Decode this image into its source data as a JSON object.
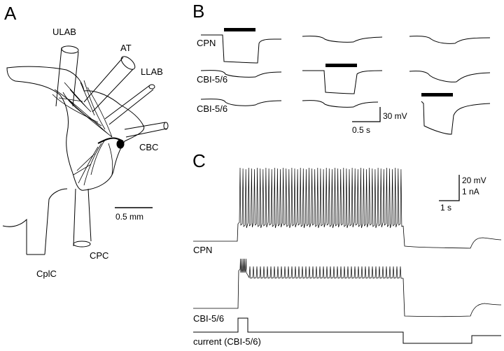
{
  "panels": {
    "a": {
      "letter": "A",
      "labels": {
        "ulab": "ULAB",
        "at": "AT",
        "llab": "LLAB",
        "cbc": "CBC",
        "cpc": "CPC",
        "cplc": "CplC"
      },
      "scale_bar_text": "0.5 mm"
    },
    "b": {
      "letter": "B",
      "row_labels": [
        "CPN",
        "CBI-5/6",
        "CBI-5/6"
      ],
      "scale_voltage_text": "30 mV",
      "scale_time_text": "0.5 s"
    },
    "c": {
      "letter": "C",
      "trace_labels": {
        "cpn": "CPN",
        "cbi": "CBI-5/6",
        "current": "current (CBI-5/6)"
      },
      "scale_voltage_text": "20 mV",
      "scale_current_text": "1 nA",
      "scale_time_text": "1 s"
    }
  }
}
